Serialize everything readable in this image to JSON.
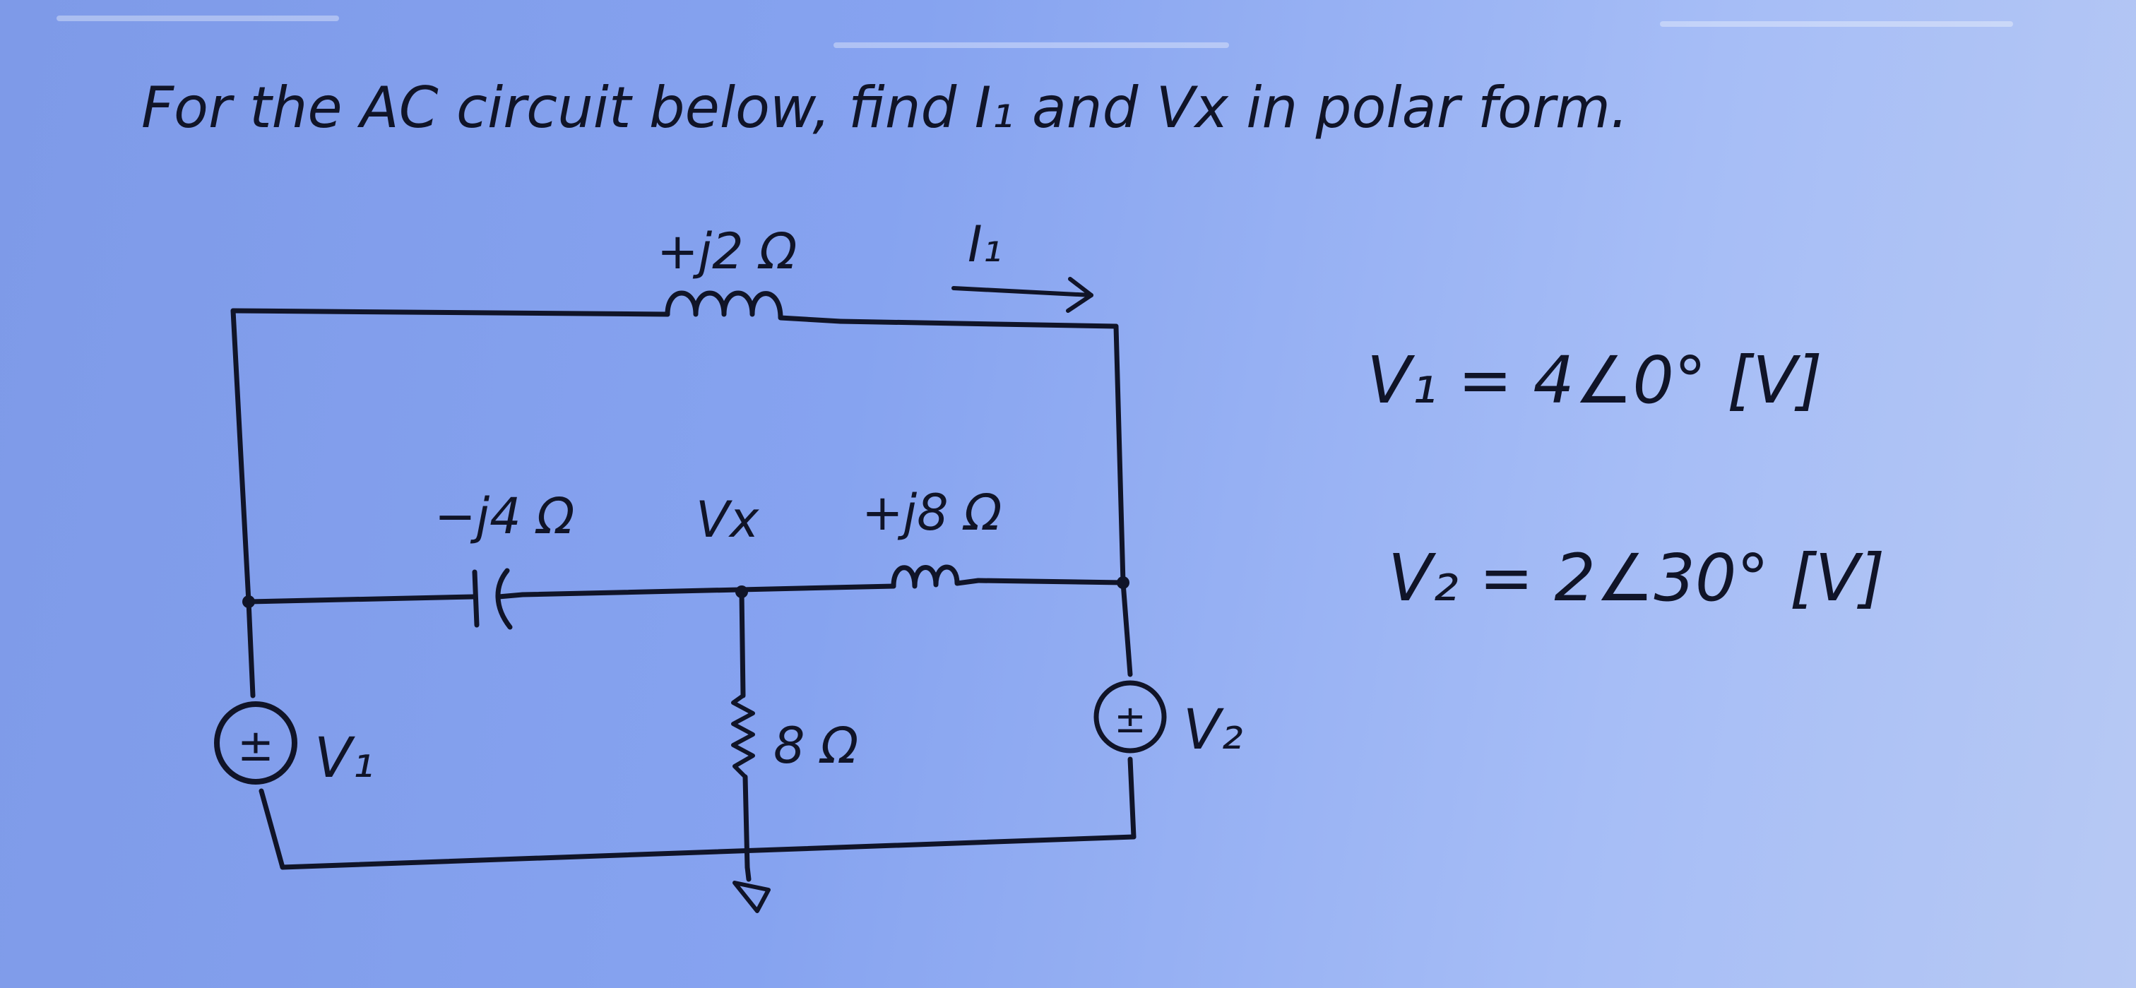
{
  "problem": {
    "statement": "For the AC circuit below, find I₁ and Vx in polar form."
  },
  "circuit": {
    "top_inductor": "+j2 Ω",
    "current_label": "I₁",
    "capacitor": "−j4 Ω",
    "node_label": "Vx",
    "middle_inductor": "+j8 Ω",
    "resistor": "8 Ω",
    "source_left": "V₁",
    "source_right": "V₂",
    "source_polarity": "±"
  },
  "givens": {
    "v1": "V₁ = 4∠0° [V]",
    "v2": "V₂ = 2∠30° [V]"
  },
  "colors": {
    "ink": "#101428",
    "background": "#86a3f0"
  }
}
